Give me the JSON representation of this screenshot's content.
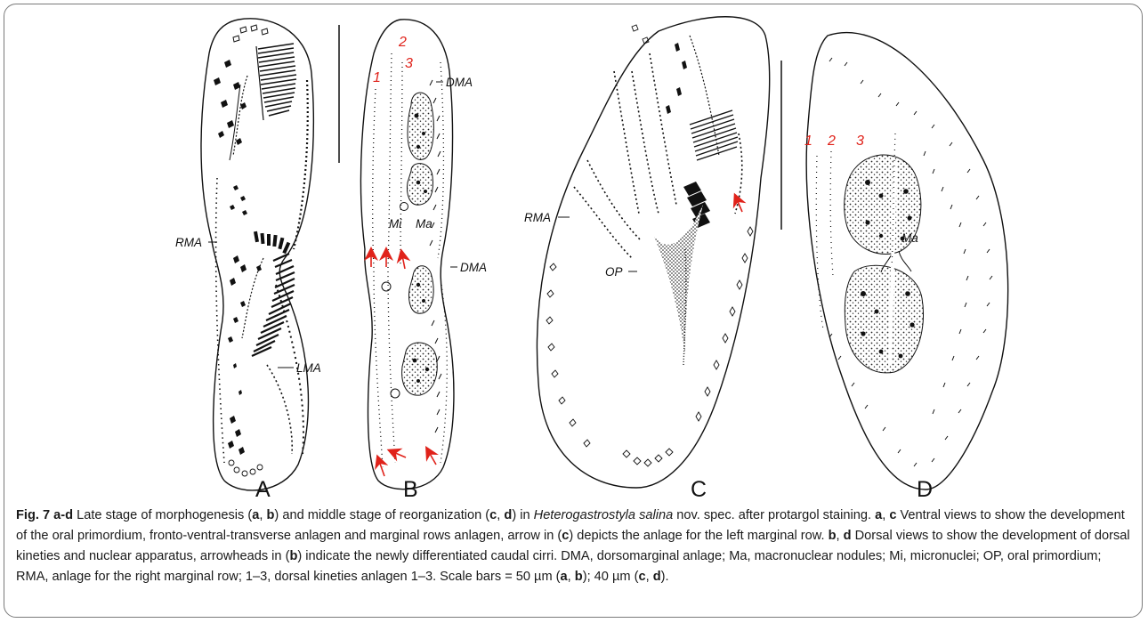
{
  "figure": {
    "panel_labels": [
      "A",
      "B",
      "C",
      "D"
    ],
    "labels": {
      "a_rma": "RMA",
      "a_lma": "LMA",
      "b_dma1": "DMA",
      "b_dma2": "DMA",
      "b_mi": "Mi",
      "b_ma": "Ma",
      "c_rma": "RMA",
      "c_op": "OP",
      "d_ma": "Ma"
    },
    "kinety_numbers": {
      "b": [
        "1",
        "2",
        "3"
      ],
      "d": [
        "1",
        "2",
        "3"
      ]
    },
    "colors": {
      "annotation": "#e0221a",
      "ink": "#111111",
      "frame": "#7a7a7a"
    }
  },
  "caption": {
    "fig_label": "Fig. 7",
    "fig_range": " a-d",
    "t1": " Late stage of morphogenesis (",
    "a": "a",
    "sep": ", ",
    "b": "b",
    "t2": ") and middle stage of reorganization (",
    "c": "c",
    "d": "d",
    "t3": ") in ",
    "species": "Heterogastrostyla salina",
    "t4": " nov. spec. after protargol staining. ",
    "t5": " Ventral views to show the development of the oral primordium, fronto-ventral-transverse anlagen and marginal rows anlagen, arrow in (",
    "t6": ") depicts the anlage for the left marginal row. ",
    "t7": " Dorsal views to show the development of dorsal kineties and nuclear apparatus, arrowheads in (",
    "t8": ") indicate the newly differentiated caudal cirri. DMA, dorsomarginal anlage; Ma, macronuclear nodules; Mi, micronuclei; OP, oral primordium; RMA, anlage for the right marginal row; 1–3, dorsal kineties anlagen 1–3. Scale bars = 50 µm (",
    "t9": "); 40 µm (",
    "t10": ")."
  }
}
